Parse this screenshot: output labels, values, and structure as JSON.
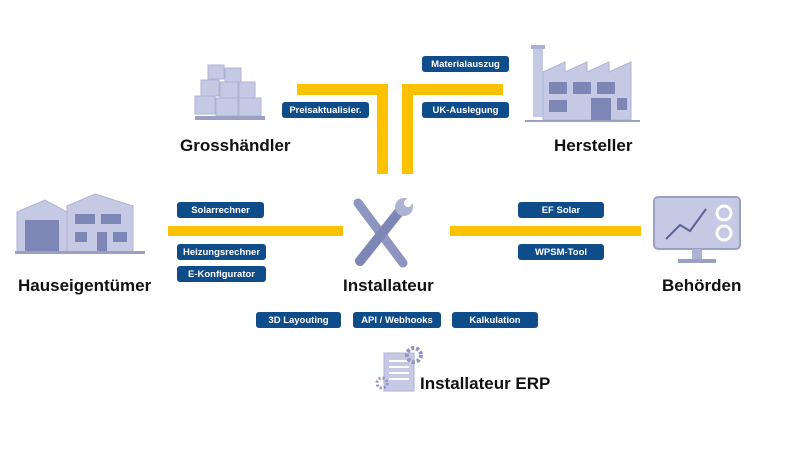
{
  "nodes": {
    "grosshaendler": "Grosshändler",
    "hersteller": "Hersteller",
    "hauseigentuemer": "Hauseigentümer",
    "installateur": "Installateur",
    "behoerden": "Behörden",
    "erp": "Installateur ERP"
  },
  "tags": {
    "preis": "Preisaktualisier.",
    "material": "Materialauszug",
    "uk": "UK-Auslegung",
    "solar": "Solarrechner",
    "heizung": "Heizungsrechner",
    "ekonf": "E-Konfigurator",
    "efsolar": "EF Solar",
    "wpsm": "WPSM-Tool",
    "layout3d": "3D Layouting",
    "api": "API / Webhooks",
    "kalk": "Kalkulation"
  },
  "colors": {
    "connector": "#FCC200",
    "tag": "#0F4C8A",
    "icon": "#C5C9E3"
  }
}
